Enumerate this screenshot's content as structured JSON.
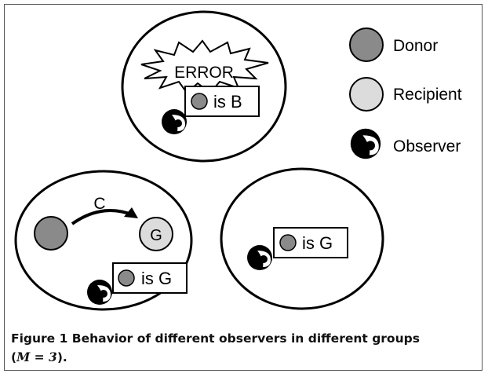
{
  "legend": {
    "donor": "Donor",
    "recipient": "Recipient",
    "observer": "Observer"
  },
  "groups": {
    "top": {
      "error_text": "ERROR",
      "label_text": "is B"
    },
    "left": {
      "action_text": "C",
      "recipient_label": "G",
      "label_text": "is G"
    },
    "right": {
      "label_text": "is G"
    }
  },
  "caption": {
    "figure_number": "Figure 1",
    "text_line1": "Behavior of different observers in different groups",
    "math_open": "(",
    "math_var": "M",
    "math_eq": " = 3",
    "math_close": ")."
  },
  "colors": {
    "donor": "#8a8a8a",
    "recipient": "#dcdcdc",
    "observer": "#000000",
    "outline": "#000000"
  }
}
